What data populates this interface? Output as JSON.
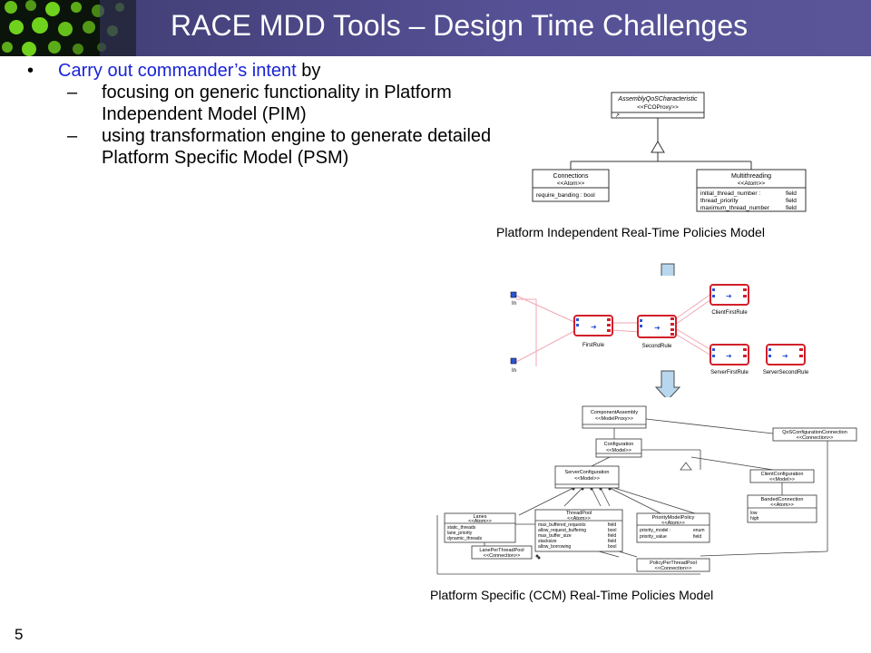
{
  "slide": {
    "title": "RACE MDD Tools – Design Time Challenges",
    "page_number": "5"
  },
  "bullets": {
    "main_highlight": "Carry out commander’s intent",
    "main_rest": " by",
    "sub1": "focusing on generic functionality in Platform Independent Model (PIM)",
    "sub2": "using transformation engine to generate detailed Platform Specific Model (PSM)"
  },
  "figures": {
    "pim": {
      "caption": "Platform Independent Real-Time Policies Model",
      "root": {
        "name": "AssemblyQoSCharacteristic",
        "stereo": "<<FCOProxy>>"
      },
      "left": {
        "name": "Connections",
        "stereo": "<<Atom>>",
        "attr": "require_banding : bool"
      },
      "right": {
        "name": "Multithreading",
        "stereo": "<<Atom>>",
        "attrs": [
          "initial_thread_number :",
          "thread_priority",
          "maximum_thread_number"
        ],
        "types": [
          "field",
          "field",
          "field"
        ]
      }
    },
    "transform": {
      "in_label": "In",
      "in_label2": "In",
      "rules": [
        "FirstRule",
        "SecondRule",
        "ClientFirstRule",
        "ServerFirstRule",
        "ServerSecondRule"
      ]
    },
    "psm": {
      "caption": "Platform Specific (CCM) Real-Time Policies Model",
      "boxes": {
        "component_assembly": [
          "ComponentAssembly",
          "<<ModelProxy>>"
        ],
        "qos_conn": [
          "QoSConfigurationConnection",
          "<<Connection>>"
        ],
        "configuration": [
          "Configuration",
          "<<Model>>"
        ],
        "server_config": [
          "ServerConfiguration",
          "<<Model>>"
        ],
        "client_config": [
          "ClientConfiguration",
          "<<Model>>"
        ],
        "banded_conn": [
          "BandedConnection",
          "<<Atom>>"
        ],
        "lanes": [
          "Lanes",
          "<<Atom>>"
        ],
        "thread_pool": [
          "ThreadPool",
          "<<Atom>>"
        ],
        "priority_policy": [
          "PriorityModelPolicy",
          "<<Atom>>"
        ],
        "lane_per_tp": [
          "LanePerThreadPool",
          "<<Connection>>"
        ],
        "policy_per_tp": [
          "PolicyPerThreadPool",
          "<<Connection>>"
        ]
      },
      "banded_attrs": [
        "low",
        "high"
      ],
      "lanes_attrs": [
        "static_threads",
        "lane_priority",
        "dynamic_threads"
      ],
      "threadpool_attrs": [
        "max_buffered_requests",
        "allow_request_buffering",
        "max_buffer_size",
        "stacksize",
        "allow_borrowing"
      ],
      "threadpool_types": [
        "field",
        "bool",
        "field",
        "field",
        "bool"
      ],
      "priority_attrs": [
        "priority_model :",
        "priority_value"
      ],
      "priority_types": [
        "enum",
        "field"
      ]
    }
  },
  "colors": {
    "title_bg": "#565196",
    "highlight": "#1a24d6",
    "arrow_fill": "#b8d7ee",
    "rule_border": "#d21f2a"
  }
}
